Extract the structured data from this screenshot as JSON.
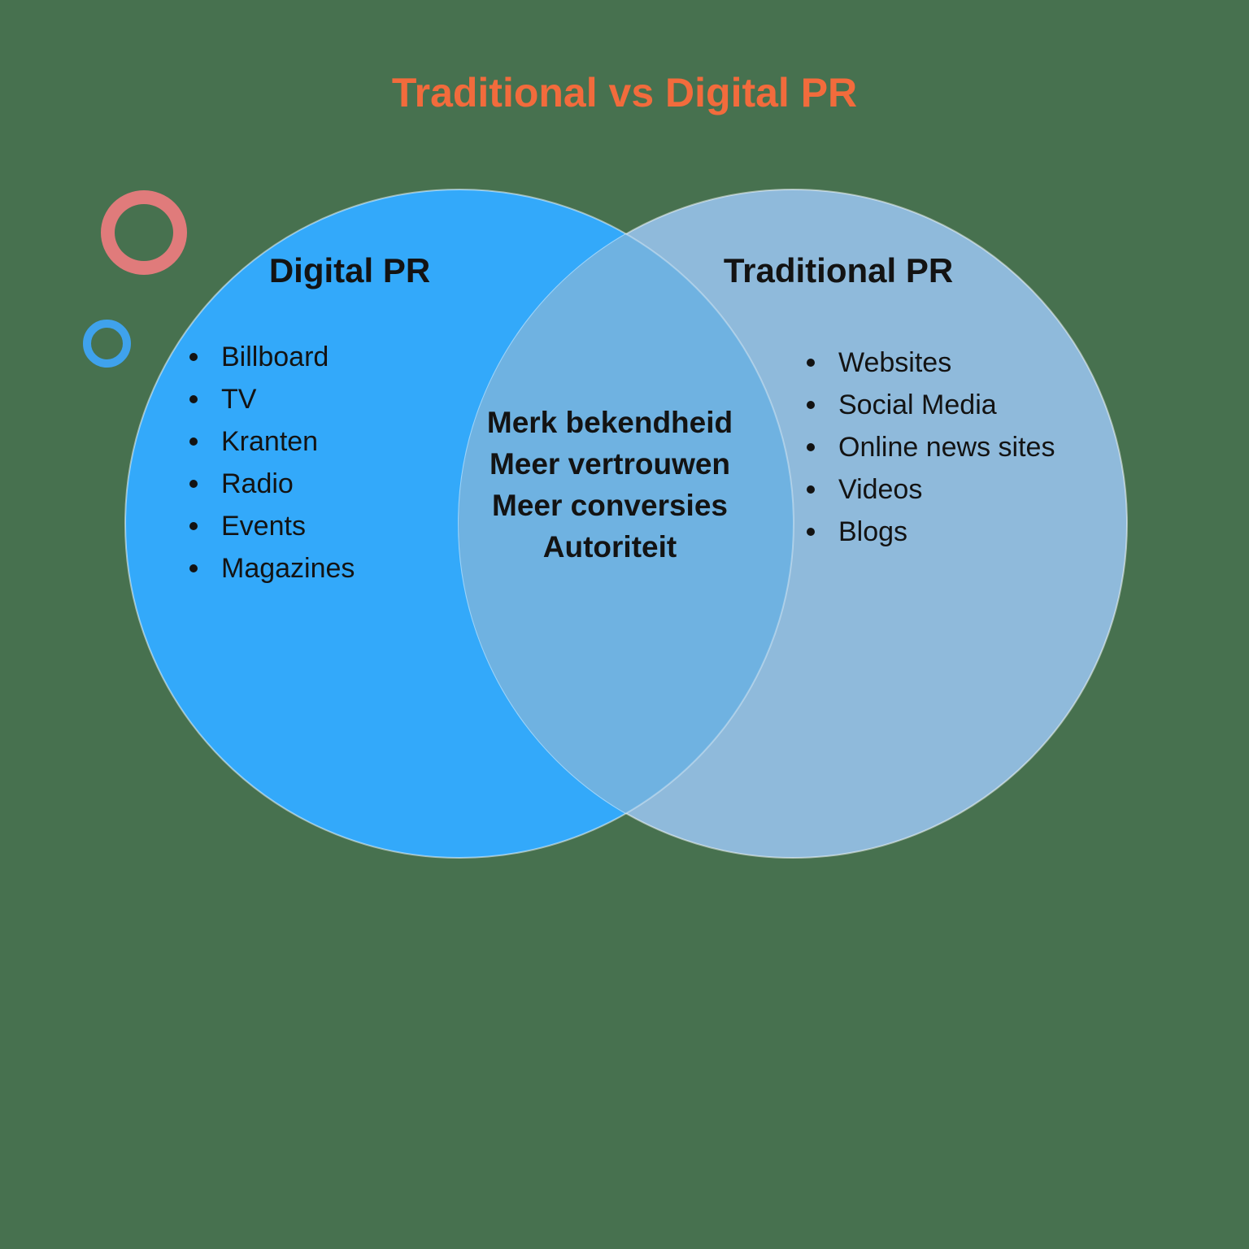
{
  "title": {
    "text": "Traditional vs Digital PR"
  },
  "venn": {
    "left": {
      "heading": "Digital PR",
      "items": [
        "Billboard",
        "TV",
        "Kranten",
        "Radio",
        "Events",
        "Magazines"
      ]
    },
    "right": {
      "heading": "Traditional PR",
      "items": [
        "Websites",
        "Social Media",
        "Online news sites",
        "Videos",
        "Blogs"
      ]
    },
    "overlap": {
      "lines": [
        "Merk bekendheid",
        "Meer vertrouwen",
        "Meer conversies",
        "Autoriteit"
      ]
    }
  },
  "colors": {
    "background": "#47714F",
    "title": "#F26B3C",
    "left_circle": "#33A9FA",
    "right_circle": "#8FBADB",
    "overlap": "#6FB2E1",
    "red_ring": "#E07B7B",
    "blue_ring": "#3FA2EC",
    "text": "#131313",
    "edge_halo": "rgba(255,255,255,0.5)"
  }
}
